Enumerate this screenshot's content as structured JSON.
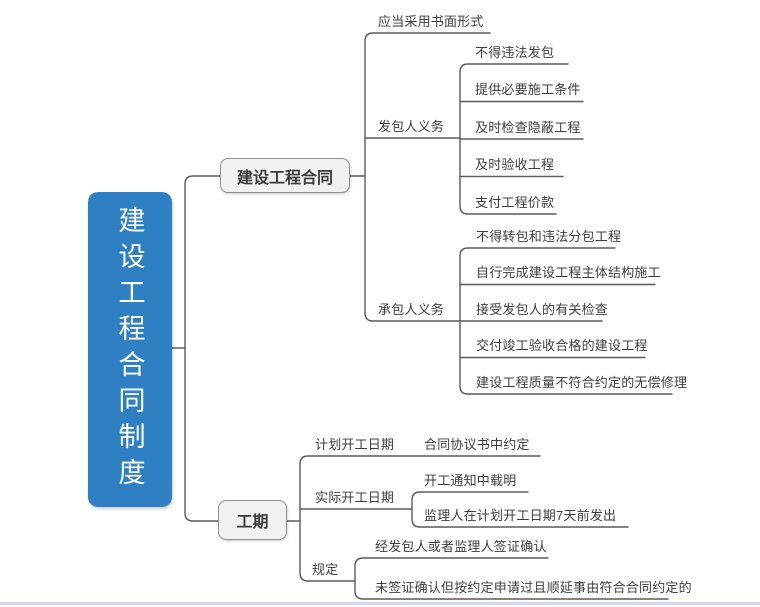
{
  "map": {
    "root": "建设工程合同制度",
    "branch1": {
      "label": "建设工程合同",
      "written_form": "应当采用书面形式",
      "employer": {
        "label": "发包人义务",
        "items": [
          "不得违法发包",
          "提供必要施工条件",
          "及时检查隐蔽工程",
          "及时验收工程",
          "支付工程价款"
        ]
      },
      "contractor": {
        "label": "承包人义务",
        "items": [
          "不得转包和违法分包工程",
          "自行完成建设工程主体结构施工",
          "接受发包人的有关检查",
          "交付竣工验收合格的建设工程",
          "建设工程质量不符合约定的无偿修理"
        ]
      }
    },
    "branch2": {
      "label": "工期",
      "planned": {
        "label": "计划开工日期",
        "items": [
          "合同协议书中约定"
        ]
      },
      "actual": {
        "label": "实际开工日期",
        "items": [
          "开工通知中载明",
          "监理人在计划开工日期7天前发出"
        ]
      },
      "rules": {
        "label": "规定",
        "items": [
          "经发包人或者监理人签证确认",
          "未签证确认但按约定申请过且顺延事由符合合同约定的"
        ]
      }
    }
  },
  "colors": {
    "root_fill": "#2F80C3",
    "root_text": "#ffffff",
    "node_fill": "#f1f1f1",
    "node_border": "#8f8f8f",
    "line": "#5a5a5a",
    "text": "#3d3d3d",
    "divider": "#ccd9ea"
  }
}
